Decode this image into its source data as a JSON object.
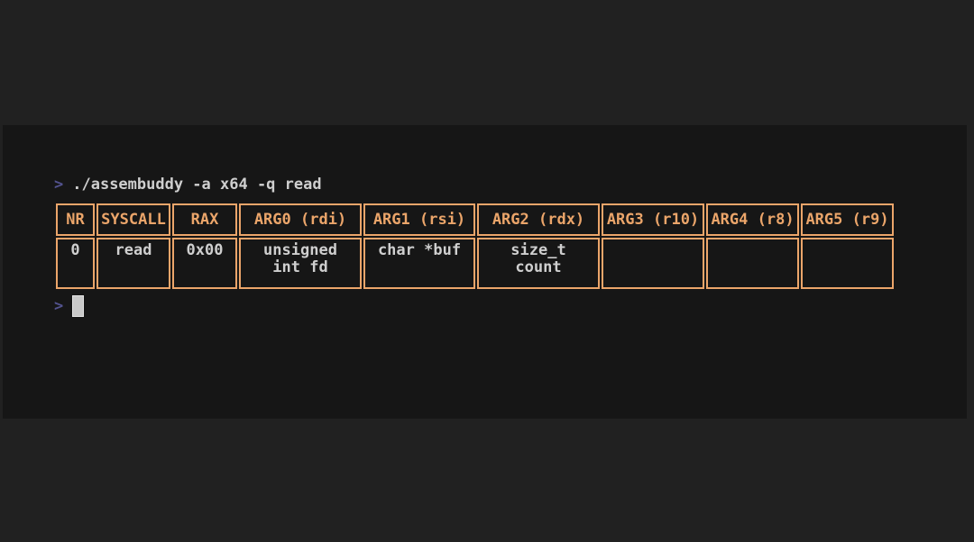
{
  "terminal": {
    "prompt_symbol": ">",
    "command": "./assembuddy -a x64 -q read",
    "cursor_style": "block"
  },
  "syscall_table": {
    "headers": [
      "NR",
      "SYSCALL",
      "RAX",
      "ARG0 (rdi)",
      "ARG1 (rsi)",
      "ARG2 (rdx)",
      "ARG3 (r10)",
      "ARG4 (r8)",
      "ARG5 (r9)"
    ],
    "rows": [
      {
        "cells": [
          "0",
          "read",
          "0x00",
          "unsigned\nint fd",
          "char *buf",
          "size_t\ncount",
          "",
          "",
          ""
        ]
      }
    ]
  },
  "colors": {
    "desktop_background": "#212121",
    "terminal_background": "#161616",
    "table_accent_orange": "#eba56a",
    "body_text": "#cfcfcf",
    "prompt_purple": "#53538f",
    "cursor_fill": "#c9c9c9"
  }
}
